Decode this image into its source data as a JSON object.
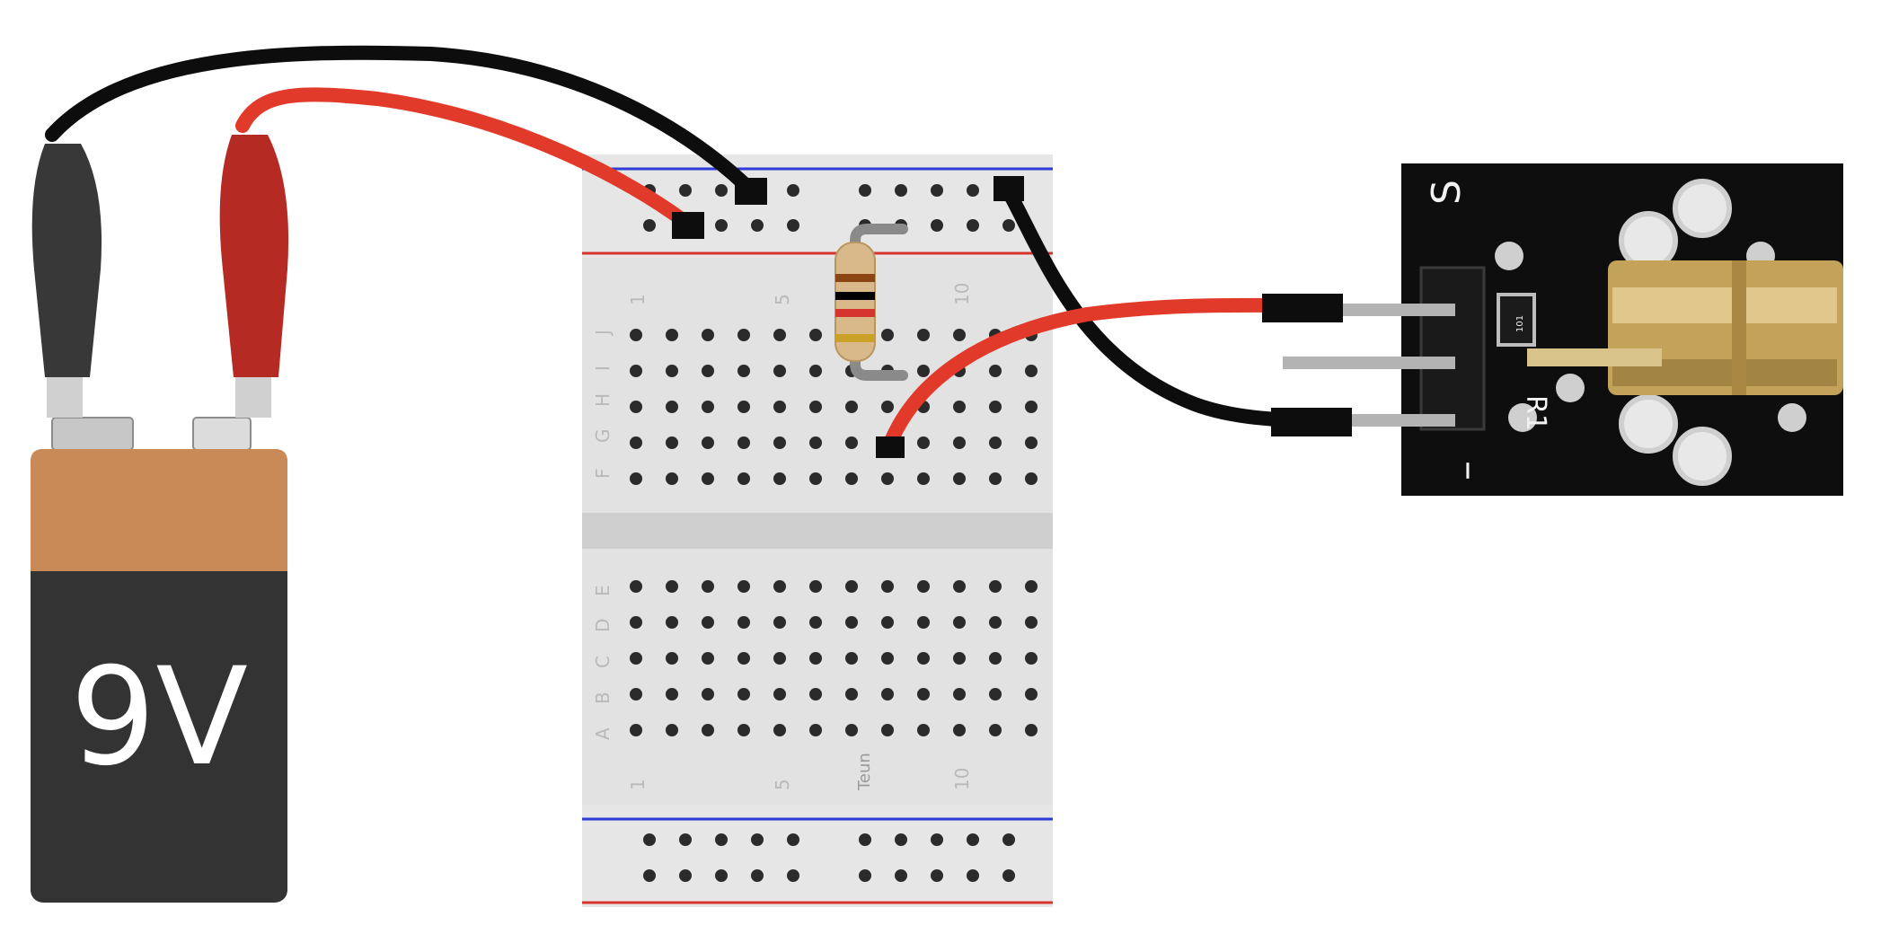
{
  "battery": {
    "label": "9V"
  },
  "breadboard": {
    "row_letters_top": [
      "J",
      "I",
      "H",
      "G",
      "F"
    ],
    "row_letters_bottom": [
      "E",
      "D",
      "C",
      "B",
      "A"
    ],
    "column_numbers_top": [
      "1",
      "5",
      "10"
    ],
    "column_numbers_bottom": [
      "1",
      "5",
      "10"
    ],
    "maker_text": "Teun"
  },
  "laser_module": {
    "pin_label_signal": "S",
    "pin_label_minus": "–",
    "resistor_label": "R1",
    "smd_label": "101"
  },
  "colors": {
    "wire_red": "#e23a2a",
    "wire_black": "#0d0d0d",
    "breadboard": "#e2e2e2",
    "rail_blue": "#2f3bd6",
    "rail_red": "#d6342f",
    "battery_top": "#c98a57",
    "battery_body": "#333333",
    "pcb": "#0e0e0e"
  }
}
